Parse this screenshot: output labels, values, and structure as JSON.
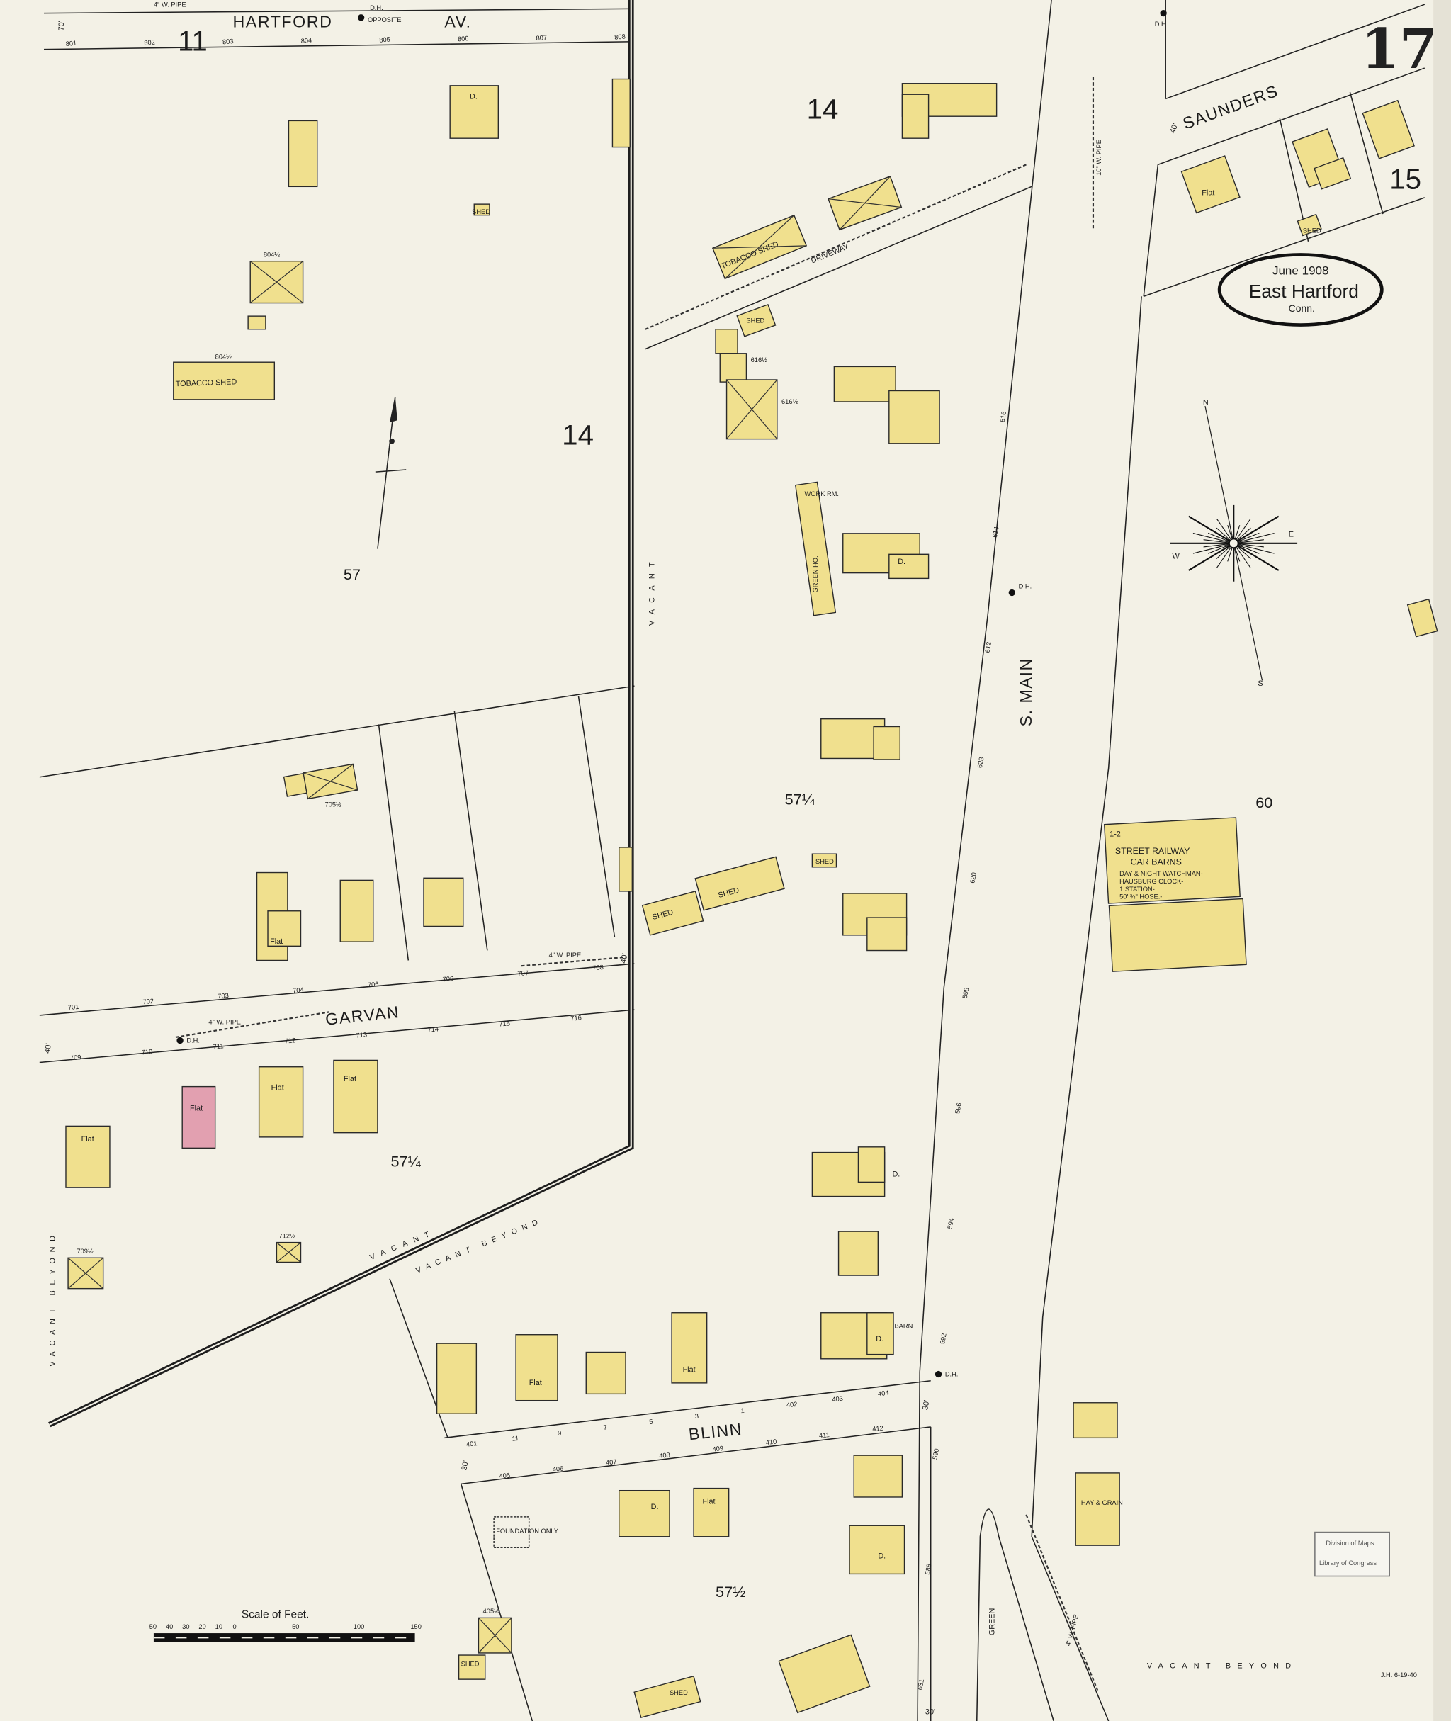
{
  "sheet": {
    "number": "17",
    "cartouche": {
      "date": "June 1908",
      "city": "East Hartford",
      "state": "Conn."
    },
    "stamp": [
      "Division of Maps",
      "Library of Congress"
    ],
    "corner_note": "J.H. 6-19-40"
  },
  "colors": {
    "paper": "#f3f1e6",
    "frame": "#1e1e1e",
    "frame_building": "#f0e08e",
    "brick_building": "#e2a0b0",
    "ink": "#222222"
  },
  "streets": {
    "hartford": "HARTFORD",
    "hartford_suffix": "AV.",
    "saunders": "SAUNDERS",
    "s_main": "S. MAIN",
    "garvan": "GARVAN",
    "blinn": "BLINN",
    "driveway": "DRIVEWAY",
    "green": "GREEN"
  },
  "street_widths": {
    "hartford": "70'",
    "saunders": "40'",
    "garvan": "40'",
    "garvan_east": "40'",
    "blinn_west": "30'",
    "blinn_east": "30'",
    "south": "30'"
  },
  "adjacent_sheets": {
    "north_left": "11",
    "east": "15"
  },
  "blocks": [
    "14",
    "14",
    "57",
    "57¼",
    "57¼",
    "57½",
    "60"
  ],
  "vacant_labels": [
    "VACANT",
    "VACANT",
    "VACANT BEYOND",
    "VACANT BEYOND",
    "VACANT BEYOND"
  ],
  "pipes": [
    "4\" W. PIPE",
    "4\" W. PIPE",
    "4\" W. PIPE",
    "10\" W. PIPE",
    "4\" W. PIPE"
  ],
  "hydrants": [
    "D.H.",
    "D.H.",
    "D.H.",
    "D.H.",
    "D.H."
  ],
  "hydrant_note": "OPPOSITE",
  "addresses": {
    "hartford": [
      "801",
      "802",
      "803",
      "804",
      "805",
      "806",
      "807",
      "808"
    ],
    "garvan_north": [
      "701",
      "702",
      "703",
      "704",
      "706",
      "706",
      "707",
      "708"
    ],
    "garvan_south": [
      "709",
      "710",
      "711",
      "712",
      "713",
      "714",
      "715",
      "716"
    ],
    "blinn_north": [
      "401",
      "11",
      "9",
      "7",
      "5",
      "3",
      "1",
      "402",
      "403",
      "404"
    ],
    "blinn_south": [
      "405",
      "406",
      "407",
      "408",
      "409",
      "410",
      "411",
      "412"
    ],
    "s_main": [
      "616",
      "614",
      "612",
      "628",
      "620",
      "598",
      "596",
      "594",
      "592",
      "590",
      "588",
      "631"
    ],
    "other": [
      "804½",
      "804½",
      "616½",
      "616½",
      "705½",
      "712½",
      "709½",
      "405½"
    ]
  },
  "buildings": {
    "tobacco_shed": "TOBACCO SHED",
    "shed": "SHED",
    "flat": "Flat",
    "dwelling": "D.",
    "green_ho": "GREEN HO.",
    "work_rm": "WORK RM.",
    "hay_grain": "HAY & GRAIN",
    "foundation": "FOUNDATION ONLY",
    "barn": "BARN",
    "railway": {
      "title1": "STREET RAILWAY",
      "title2": "CAR BARNS",
      "notes": [
        "DAY & NIGHT WATCHMAN-",
        "HAUSBURG CLOCK-",
        "1 STATION-",
        "50' ¾\" HOSE.-"
      ],
      "stories": "1-2"
    }
  },
  "compass": {
    "n": "N",
    "s": "S",
    "e": "E",
    "w": "W"
  },
  "scale": {
    "title": "Scale of Feet.",
    "ticks": [
      "50",
      "40",
      "30",
      "20",
      "10",
      "0",
      "50",
      "100",
      "150"
    ]
  }
}
